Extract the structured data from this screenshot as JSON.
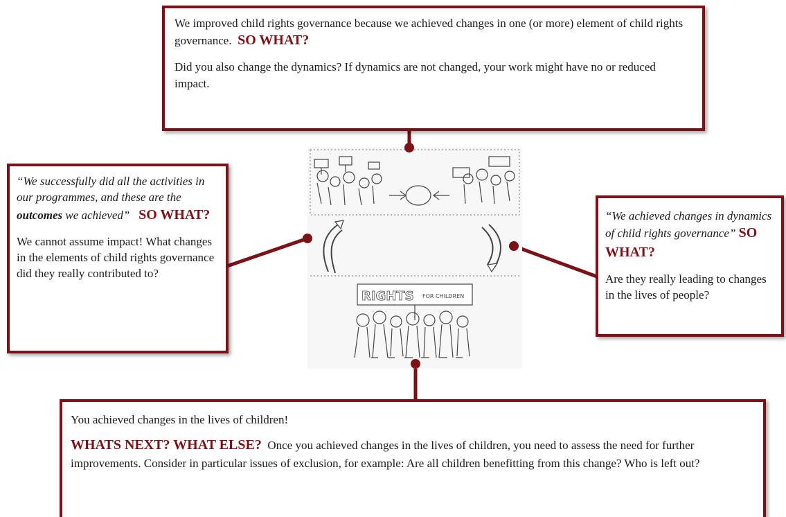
{
  "top_box": {
    "line1": "We improved child rights governance because we achieved changes in one (or more) element of child rights governance.",
    "so_what": "SO WHAT?",
    "line2": "Did you also change the dynamics? If dynamics are not changed, your work might have no or reduced impact."
  },
  "left_box": {
    "quote_part1": "“We successfully did all the activities in our programmes, and these are the ",
    "quote_bold": "outcomes",
    "quote_part2": " we achieved”",
    "so_what": "SO WHAT?",
    "body": "We cannot assume impact! What changes in the elements of child rights governance did they really contributed to?"
  },
  "right_box": {
    "quote": "“We achieved changes in dynamics of child rights governance”",
    "so_what": "SO WHAT?",
    "body": "Are they really leading to changes in the lives of people?"
  },
  "bottom_box": {
    "line1": "You achieved changes in the lives of children!",
    "heading": "WHATS NEXT? WHAT ELSE?",
    "body": "Once you achieved changes in the lives of children, you need to assess the need for further improvements. Consider in particular issues of exclusion, for example: Are all children benefitting from this change? Who is left out?"
  },
  "illustration": {
    "sign_rights": "RIGHTS",
    "sign_for_children": "FOR CHILDREN"
  },
  "colors": {
    "accent": "#7b1218",
    "text": "#1a1a1a"
  }
}
